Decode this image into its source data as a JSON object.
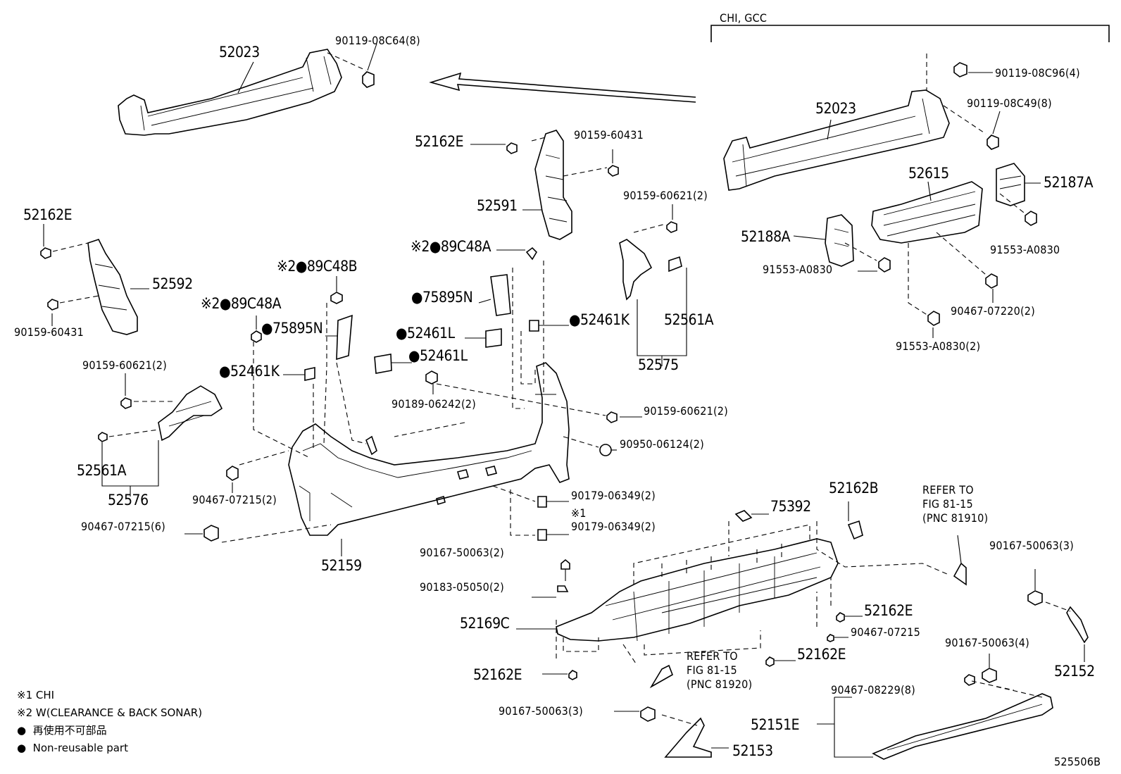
{
  "region_header": "CHI, GCC",
  "figure_code": "525506B",
  "legend": {
    "note1": "※1 CHI",
    "note2": "※2 W(CLEARANCE & BACK SONAR)",
    "bullet_jp": "再使用不可部品",
    "bullet_en": "Non-reusable part",
    "bullet_symbol": "●"
  },
  "labels": {
    "p52023_left": "52023",
    "bolt_08c64": "90119-08C64(8)",
    "p52023_right": "52023",
    "bolt_08c96": "90119-08C96(4)",
    "bolt_08c49": "90119-08C49(8)",
    "p52615": "52615",
    "p52187a": "52187A",
    "p52188a": "52188A",
    "p91553_right": "91553-A0830",
    "p91553_left": "91553-A0830",
    "p90467_07220": "90467-07220(2)",
    "p91553_2": "91553-A0830(2)",
    "p52162e_top": "52162E",
    "p90159_60431_top": "90159-60431",
    "p52591": "52591",
    "p90159_60621_top": "90159-60621(2)",
    "p52162e_left": "52162E",
    "p52592": "52592",
    "p90159_60431_left": "90159-60431",
    "p89c48a_mid": "※2●89C48A",
    "p89c48b": "※2●89C48B",
    "p89c48a_left": "※2●89C48A",
    "p75895n_right": "●75895N",
    "p75895n_left": "●75895N",
    "p52461l_upper": "●52461L",
    "p52461l_lower": "●52461L",
    "p52461k_right": "●52461K",
    "p52461k_left": "●52461K",
    "p52561a_right": "52561A",
    "p52575": "52575",
    "p90189": "90189-06242(2)",
    "p90159_60621_mid": "90159-60621(2)",
    "p90159_60621_left": "90159-60621(2)",
    "p90950": "90950-06124(2)",
    "p52561a_left": "52561A",
    "p52576": "52576",
    "p90467_07215_2": "90467-07215(2)",
    "p90467_07215_6": "90467-07215(6)",
    "p90179_a": "90179-06349(2)",
    "p90179_note": "※1",
    "p90179_b": "90179-06349(2)",
    "p52159": "52159",
    "p75392": "75392",
    "p52162b": "52162B",
    "refer_81910_1": "REFER TO",
    "refer_81910_2": "FIG 81-15",
    "refer_81910_3": "(PNC 81910)",
    "p90167_50063_2": "90167-50063(2)",
    "p90183": "90183-05050(2)",
    "p52169c": "52169C",
    "p52162e_r1": "52162E",
    "p90467_07215": "90467-07215",
    "p52162e_r2": "52162E",
    "p52162e_bottom": "52162E",
    "refer_81920_1": "REFER TO",
    "refer_81920_2": "FIG 81-15",
    "refer_81920_3": "(PNC 81920)",
    "p90167_50063_3_right": "90167-50063(3)",
    "p52152": "52152",
    "p90167_50063_4": "90167-50063(4)",
    "p90467_08229": "90467-08229(8)",
    "p52151e": "52151E",
    "p90167_50063_3_left": "90167-50063(3)",
    "p52153": "52153"
  }
}
